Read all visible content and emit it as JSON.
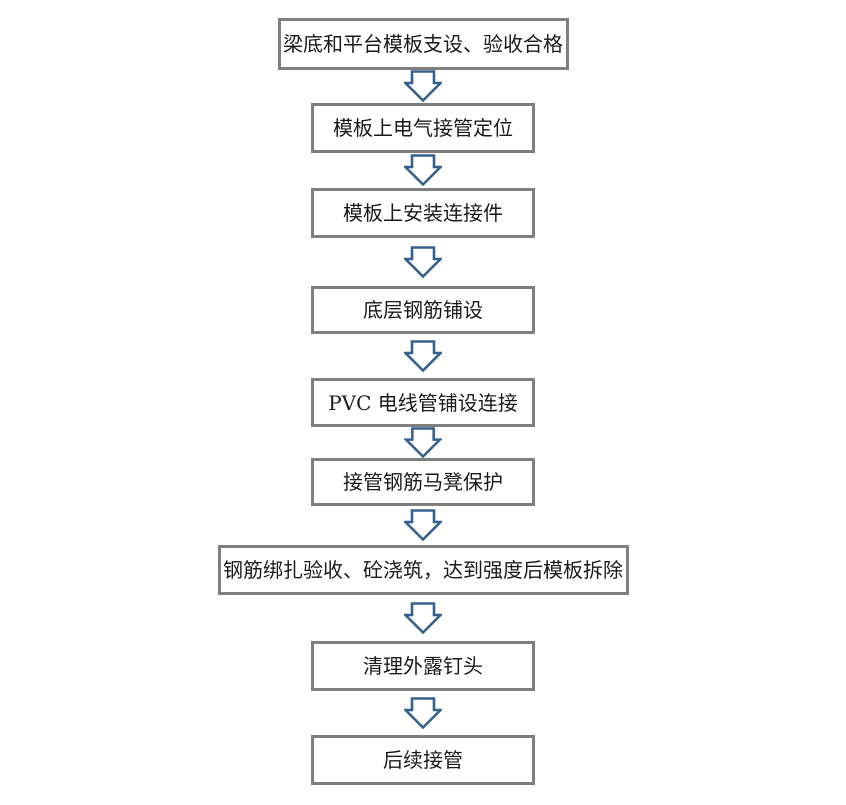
{
  "diagram": {
    "type": "flowchart",
    "direction": "top-down",
    "steps": [
      {
        "label": "梁底和平台模板支设、验收合格"
      },
      {
        "label": "模板上电气接管定位"
      },
      {
        "label": "模板上安装连接件"
      },
      {
        "label": "底层钢筋铺设"
      },
      {
        "label": "PVC 电线管铺设连接"
      },
      {
        "label": "接管钢筋马凳保护"
      },
      {
        "label": "钢筋绑扎验收、砼浇筑，达到强度后模板拆除"
      },
      {
        "label": "清理外露钉头"
      },
      {
        "label": "后续接管"
      }
    ],
    "connector_icon": "block-down-arrow",
    "colors": {
      "box_border": "#7f7f7f",
      "box_fill": "#ffffff",
      "arrow_outline": "#36618f",
      "arrow_fill": "#ffffff",
      "text": "#1a1a1a",
      "background": "#ffffff"
    }
  }
}
